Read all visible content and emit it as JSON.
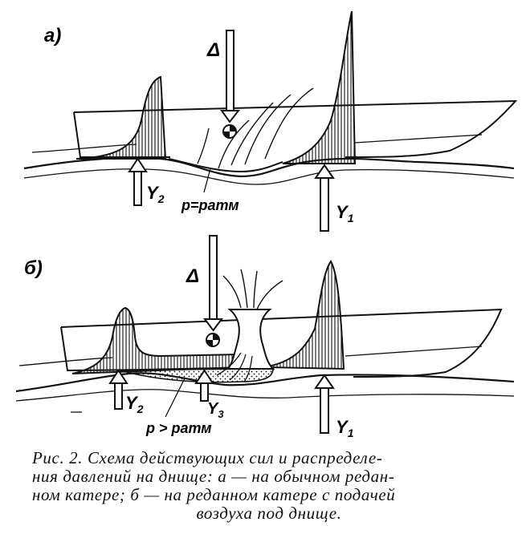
{
  "panels": {
    "a": {
      "tag": "а)",
      "displacement": "Δ",
      "force_stern": "Y",
      "force_stern_sub": "2",
      "force_bow": "Y",
      "force_bow_sub": "1",
      "pressure": "p=pатм"
    },
    "b": {
      "tag": "б)",
      "displacement": "Δ",
      "force_stern": "Y",
      "force_stern_sub": "2",
      "force_step": "Y",
      "force_step_sub": "3",
      "force_bow": "Y",
      "force_bow_sub": "1",
      "pressure": "p > pатм"
    }
  },
  "caption": {
    "line1": "Рис. 2. Схема действующих сил и распределе-",
    "line2": "ния давлений на днище: а — на обычном редан-",
    "line3": "ном катере; б — на реданном катере с подачей",
    "line4": "воздуха под днище."
  }
}
